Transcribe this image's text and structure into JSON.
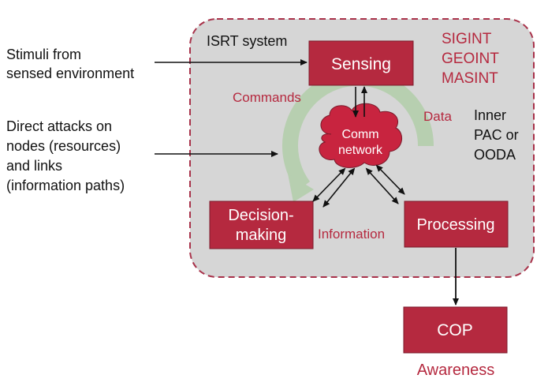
{
  "system": {
    "title": "ISRT system",
    "int_types": [
      "SIGINT",
      "GEOINT",
      "MASINT"
    ],
    "inner_loop": [
      "Inner",
      "PAC or",
      "OODA"
    ]
  },
  "external_inputs": {
    "stimuli": [
      "Stimuli from",
      "sensed environment"
    ],
    "attacks": [
      "Direct attacks on",
      "nodes (resources)",
      "and links",
      "(information paths)"
    ]
  },
  "nodes": {
    "sensing": "Sensing",
    "comm": [
      "Comm",
      "network"
    ],
    "decision": [
      "Decision-",
      "making"
    ],
    "processing": "Processing",
    "cop": "COP"
  },
  "flows": {
    "commands": "Commands",
    "data": "Data",
    "information": "Information"
  },
  "outcome": "Awareness",
  "colors": {
    "node_fill": "#b5293f",
    "system_fill": "#d6d6d6",
    "system_border": "#a8324a",
    "loop_fill": "#b7cfb0",
    "cloud_fill": "#c8243f",
    "label_red": "#b5293f"
  }
}
